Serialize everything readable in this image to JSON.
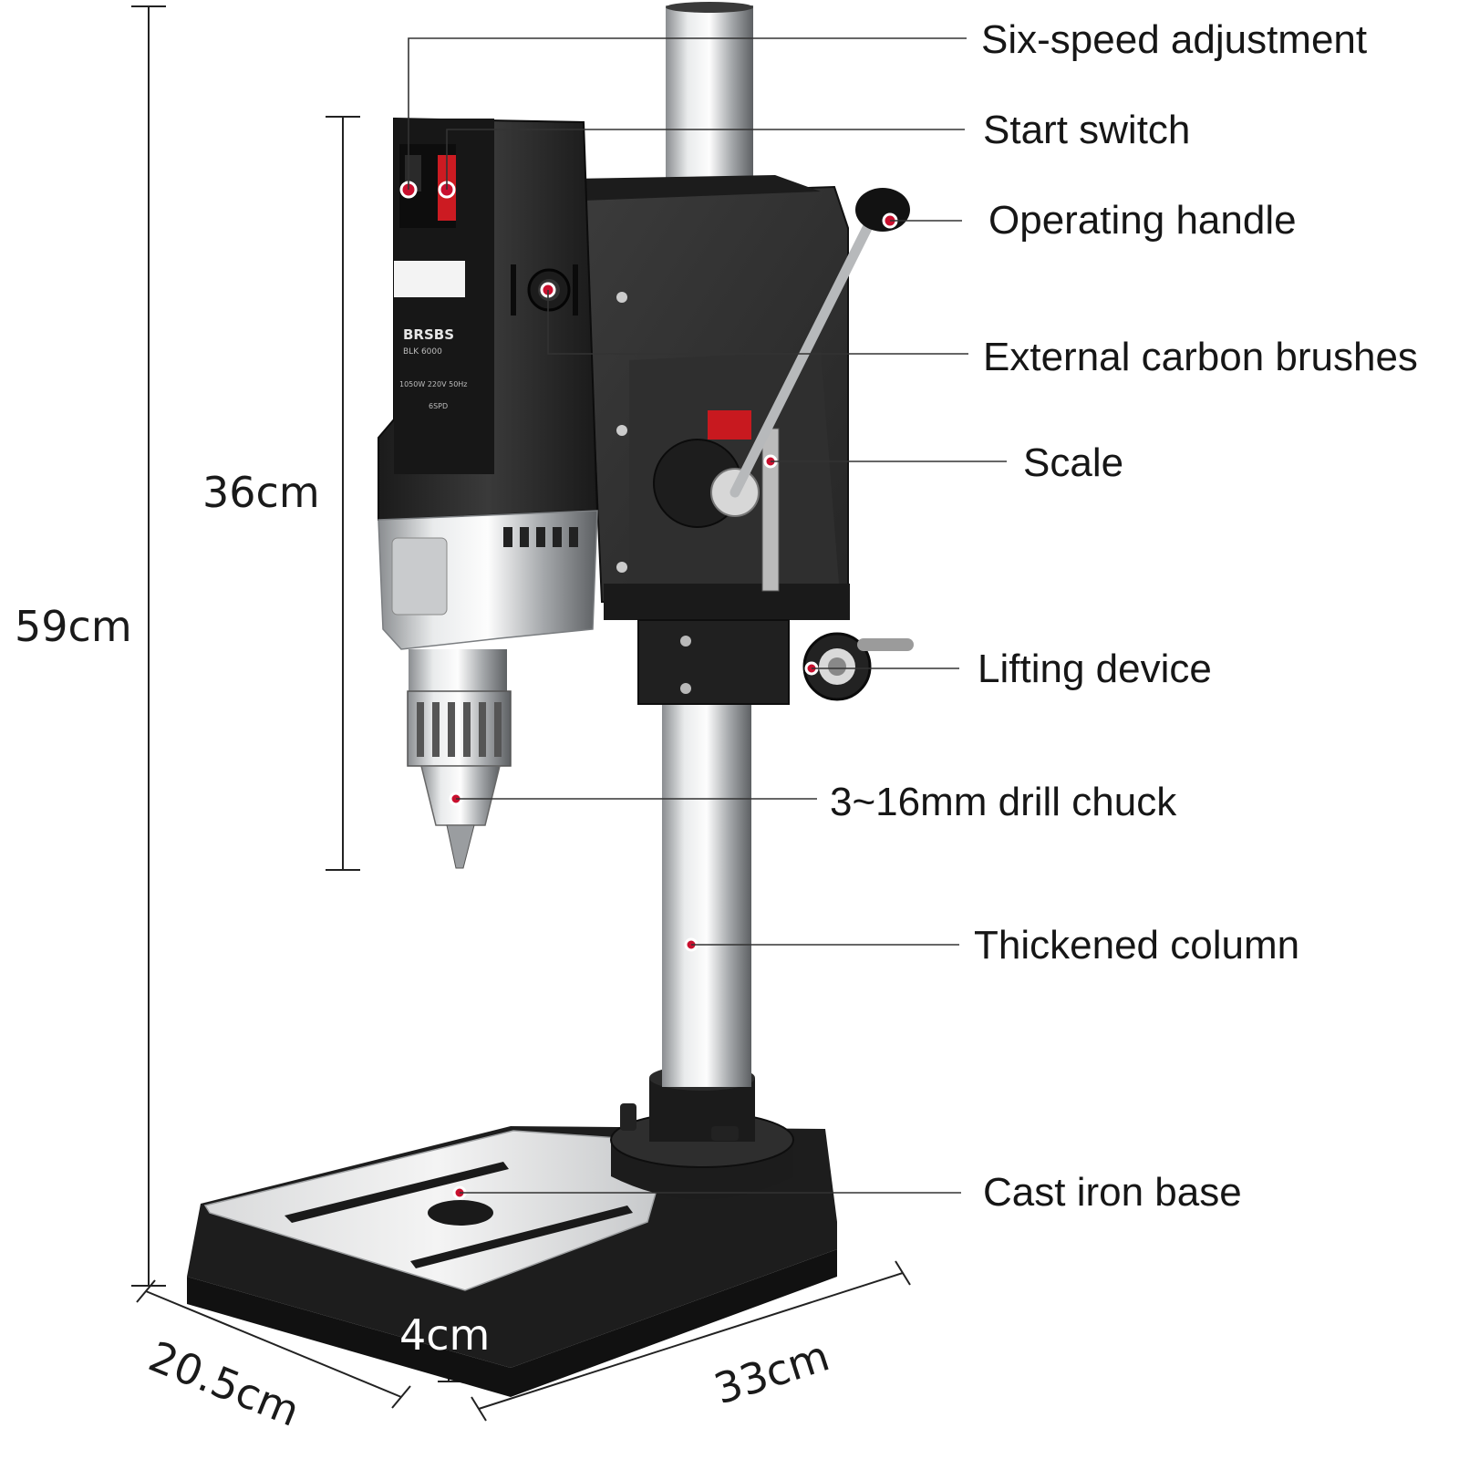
{
  "callouts": [
    {
      "id": "six-speed-adjustment",
      "label": "Six-speed adjustment"
    },
    {
      "id": "start-switch",
      "label": "Start switch"
    },
    {
      "id": "operating-handle",
      "label": "Operating handle"
    },
    {
      "id": "external-carbon-brushes",
      "label": "External carbon brushes"
    },
    {
      "id": "scale",
      "label": "Scale"
    },
    {
      "id": "lifting-device",
      "label": "Lifting device"
    },
    {
      "id": "drill-chuck",
      "label": "3~16mm drill chuck"
    },
    {
      "id": "thickened-column",
      "label": "Thickened column"
    },
    {
      "id": "cast-iron-base",
      "label": "Cast iron base"
    }
  ],
  "dimensions": {
    "total_height": "59cm",
    "head_height": "36cm",
    "base_depth": "20.5cm",
    "base_width": "33cm",
    "base_thickness": "4cm"
  },
  "label_panel": {
    "logo_text": "BRSBS",
    "line1": "BLK 6000",
    "line2": "1050W 220V 50Hz",
    "line3": "6SPD"
  },
  "colors": {
    "body_dark": "#2b2b2b",
    "body_black": "#151515",
    "chrome": "#cfd2d4",
    "accent_red": "#d0202a",
    "marker_red": "#c8102e"
  }
}
